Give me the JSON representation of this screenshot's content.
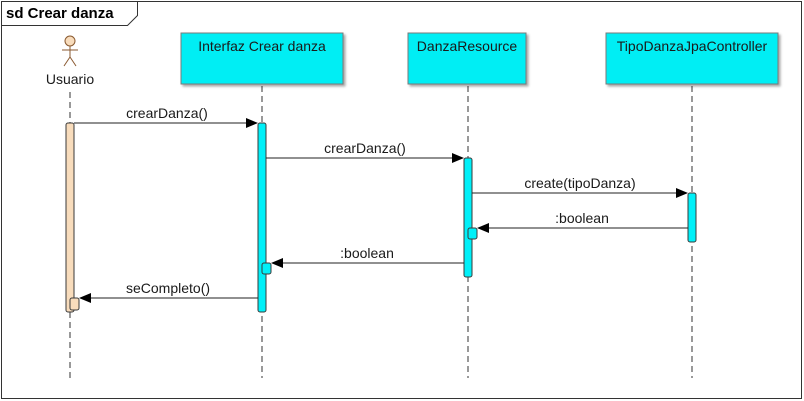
{
  "frame": {
    "title": "sd Crear danza"
  },
  "actor": {
    "name": "Usuario"
  },
  "participants": [
    {
      "name": "Interfaz Crear danza"
    },
    {
      "name": "DanzaResource"
    },
    {
      "name": "TipoDanzaJpaController"
    }
  ],
  "messages": [
    {
      "label": "crearDanza()",
      "from": "Usuario",
      "to": "Interfaz Crear danza"
    },
    {
      "label": "crearDanza()",
      "from": "Interfaz Crear danza",
      "to": "DanzaResource"
    },
    {
      "label": "create(tipoDanza)",
      "from": "DanzaResource",
      "to": "TipoDanzaJpaController"
    },
    {
      "label": ":boolean",
      "from": "TipoDanzaJpaController",
      "to": "DanzaResource"
    },
    {
      "label": ":boolean",
      "from": "DanzaResource",
      "to": "Interfaz Crear danza"
    },
    {
      "label": "seCompleto()",
      "from": "Interfaz Crear danza",
      "to": "Usuario"
    }
  ],
  "colors": {
    "participant_fill": "#00eef4",
    "activation_fill": "#00f0f8",
    "actor_activation_fill": "#f8dcbc",
    "frame_border": "#333333"
  }
}
